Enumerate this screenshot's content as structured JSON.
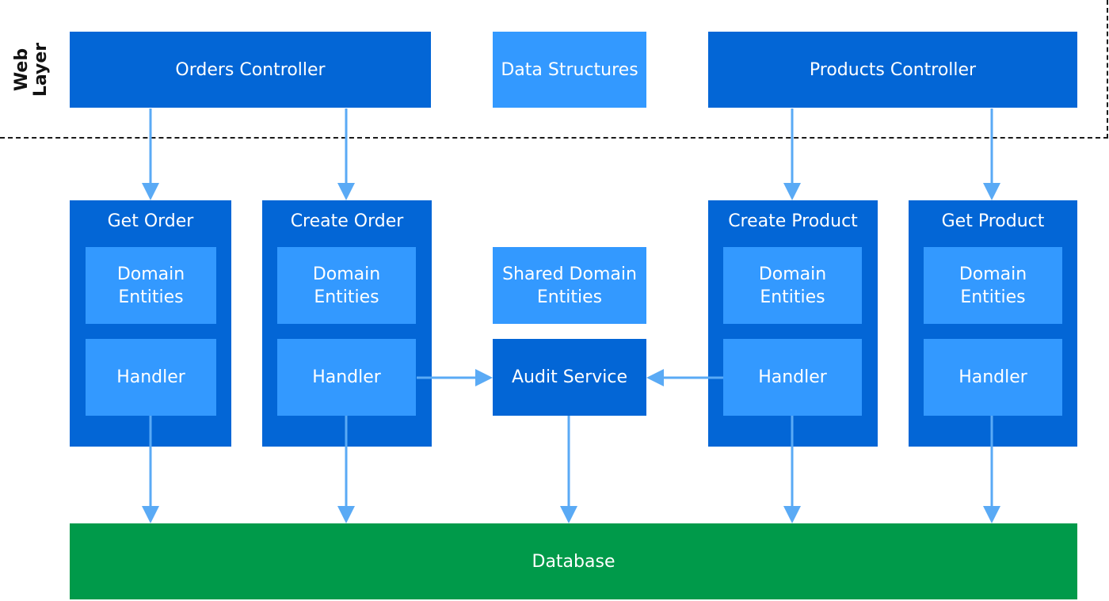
{
  "colors": {
    "dark_blue": "#0366d6",
    "light_blue": "#3399ff",
    "arrow_blue": "#5aaaf5",
    "database_green": "#009a4a",
    "web_layer_border": "#1a1a1a"
  },
  "web_layer": {
    "label_line1": "Web",
    "label_line2": "Layer",
    "orders_controller": "Orders Controller",
    "data_structures": "Data Structures",
    "products_controller": "Products Controller"
  },
  "slices": {
    "get_order": {
      "title": "Get Order",
      "domain_line1": "Domain",
      "domain_line2": "Entities",
      "handler": "Handler"
    },
    "create_order": {
      "title": "Create Order",
      "domain_line1": "Domain",
      "domain_line2": "Entities",
      "handler": "Handler"
    },
    "create_product": {
      "title": "Create Product",
      "domain_line1": "Domain",
      "domain_line2": "Entities",
      "handler": "Handler"
    },
    "get_product": {
      "title": "Get Product",
      "domain_line1": "Domain",
      "domain_line2": "Entities",
      "handler": "Handler"
    }
  },
  "shared": {
    "shared_domain_line1": "Shared Domain",
    "shared_domain_line2": "Entities",
    "audit_service": "Audit Service"
  },
  "database": {
    "label": "Database"
  }
}
